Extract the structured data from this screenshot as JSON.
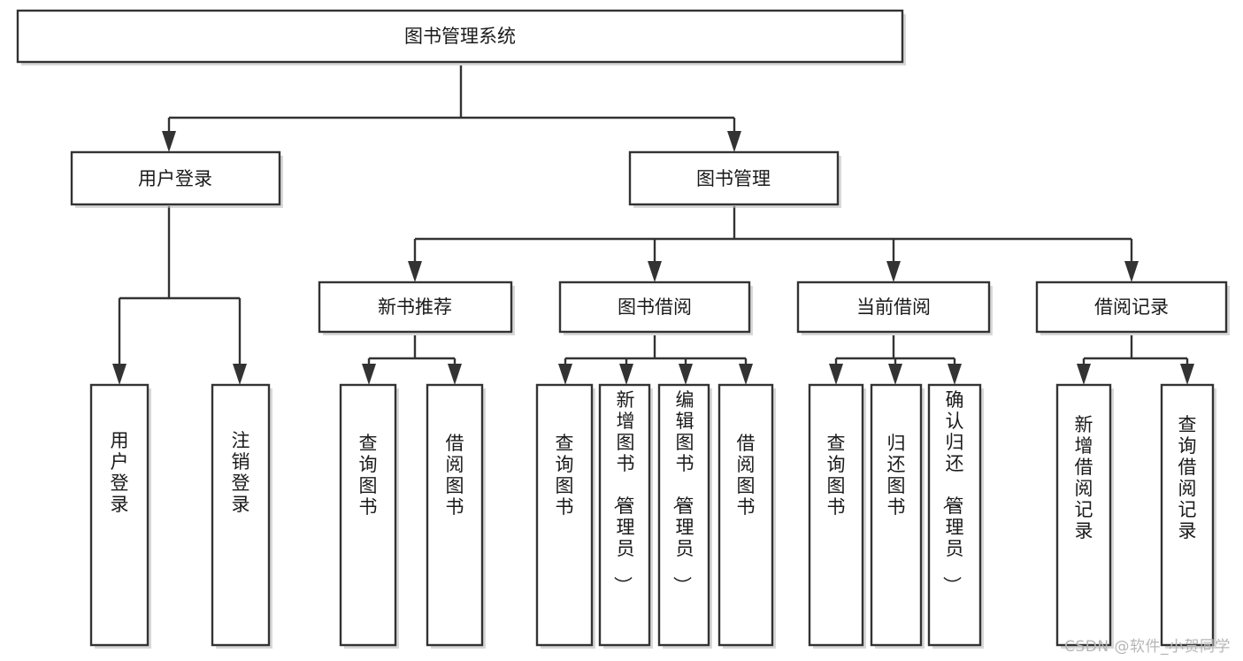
{
  "diagram": {
    "title": "图书管理系统",
    "type": "tree-hierarchy-chart",
    "watermark": "CSDN @软件_小贺同学",
    "colors": {
      "box_fill": "#ffffff",
      "box_stroke": "#333333",
      "text": "#1a1a1a",
      "watermark": "#b6b6b6",
      "background": "#ffffff"
    },
    "root": {
      "label": "图书管理系统",
      "id": "root-system"
    },
    "level1": [
      {
        "id": "user-login",
        "label": "用户登录"
      },
      {
        "id": "book-manage",
        "label": "图书管理"
      }
    ],
    "level2": [
      {
        "id": "new-book-recommend",
        "label": "新书推荐",
        "parent": "book-manage"
      },
      {
        "id": "book-borrow",
        "label": "图书借阅",
        "parent": "book-manage"
      },
      {
        "id": "current-borrow",
        "label": "当前借阅",
        "parent": "book-manage"
      },
      {
        "id": "borrow-record",
        "label": "借阅记录",
        "parent": "book-manage"
      }
    ],
    "leaves": {
      "user-login": [
        {
          "id": "leaf-user-login",
          "label": "用户登录"
        },
        {
          "id": "leaf-user-logout",
          "label": "注销登录"
        }
      ],
      "new-book-recommend": [
        {
          "id": "leaf-query-book-1",
          "label": "查询图书"
        },
        {
          "id": "leaf-borrow-book-1",
          "label": "借阅图书"
        }
      ],
      "book-borrow": [
        {
          "id": "leaf-query-book-2",
          "label": "查询图书"
        },
        {
          "id": "leaf-add-book",
          "label": "新增图书（管理员）"
        },
        {
          "id": "leaf-edit-book",
          "label": "编辑图书（管理员）"
        },
        {
          "id": "leaf-borrow-book-2",
          "label": "借阅图书"
        }
      ],
      "current-borrow": [
        {
          "id": "leaf-query-book-3",
          "label": "查询图书"
        },
        {
          "id": "leaf-return-book",
          "label": "归还图书"
        },
        {
          "id": "leaf-confirm-return",
          "label": "确认归还（管理员）"
        }
      ],
      "borrow-record": [
        {
          "id": "leaf-add-record",
          "label": "新增借阅记录"
        },
        {
          "id": "leaf-query-record",
          "label": "查询借阅记录"
        }
      ]
    }
  }
}
